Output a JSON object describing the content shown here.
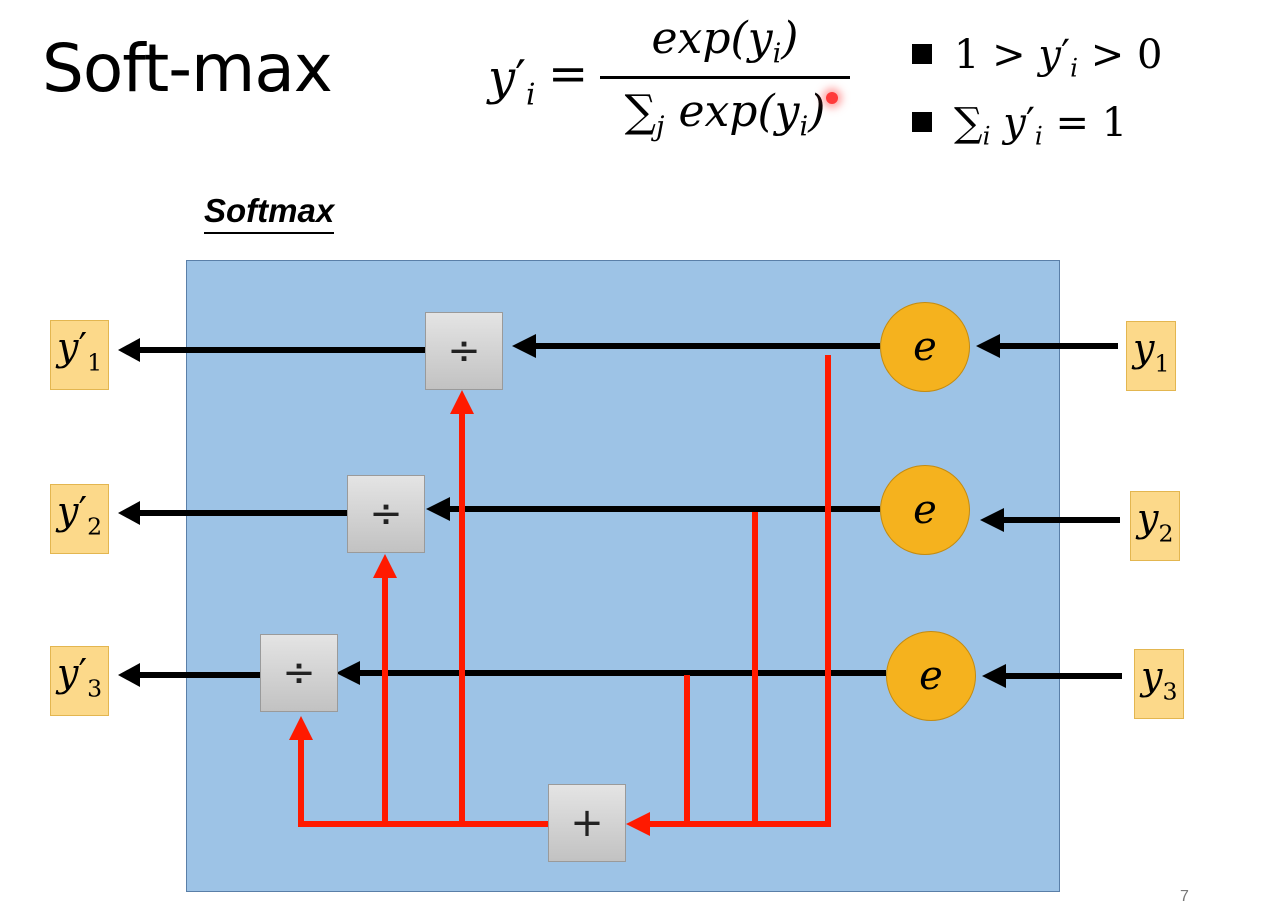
{
  "slide": {
    "title": "Soft-max",
    "page_number": "7"
  },
  "formula": {
    "lhs_var": "y",
    "lhs_prime": "′",
    "lhs_sub": "i",
    "equals": "=",
    "numerator_fn": "exp(",
    "numerator_var": "y",
    "numerator_sub": "i",
    "numerator_close": ")",
    "sigma": "∑",
    "sigma_sub": "j",
    "denominator_fn": " exp(",
    "denominator_var": "y",
    "denominator_sub": "i",
    "denominator_close": ")"
  },
  "properties": [
    {
      "left": "1 > ",
      "var": "y",
      "prime": "′",
      "sub": "i",
      "right": " > 0"
    },
    {
      "sigma": "∑",
      "sigma_sub": "i",
      "var": " y",
      "prime": "′",
      "sub": "i",
      "right": " = 1"
    }
  ],
  "diagram": {
    "label": "Softmax",
    "inputs": [
      {
        "var": "y",
        "sub": "1"
      },
      {
        "var": "y",
        "sub": "2"
      },
      {
        "var": "y",
        "sub": "3"
      }
    ],
    "outputs": [
      {
        "var": "y",
        "prime": "′",
        "sub": "1"
      },
      {
        "var": "y",
        "prime": "′",
        "sub": "2"
      },
      {
        "var": "y",
        "prime": "′",
        "sub": "3"
      }
    ],
    "exp_node_label": "e",
    "divide_symbol": "÷",
    "sum_symbol": "+",
    "colors": {
      "panel": "#9dc3e6",
      "exp_node": "#f5b21e",
      "tag": "#fcd98a",
      "sum_wires": "#ff1a00",
      "main_wires": "#000000"
    }
  }
}
